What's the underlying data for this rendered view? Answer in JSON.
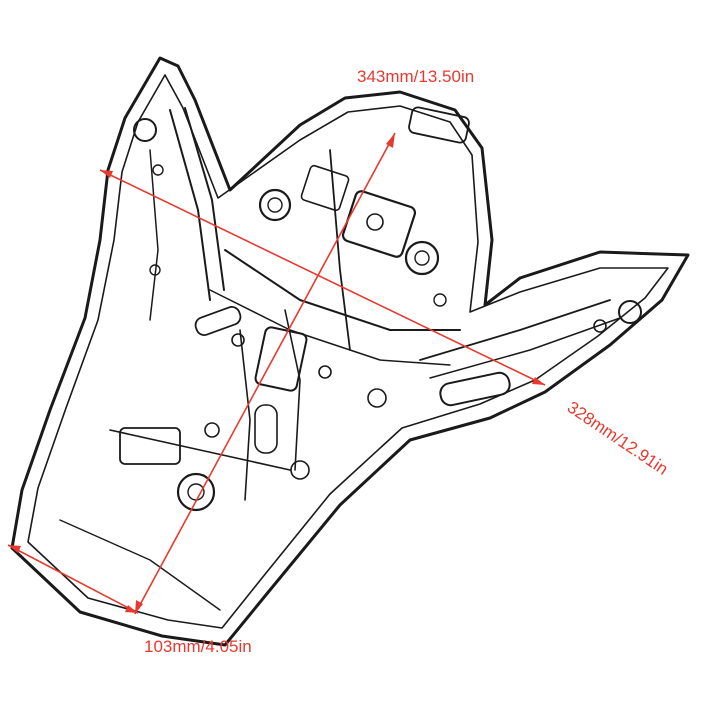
{
  "colors": {
    "dimension": "#e8392f",
    "outline": "#1a1a1a",
    "detail": "#3a3a3a",
    "background": "#ffffff"
  },
  "dimensions": {
    "length": {
      "label": "343mm/13.50in"
    },
    "width": {
      "label": "328mm/12.91in"
    },
    "tip": {
      "label": "103mm/4.05in"
    }
  }
}
